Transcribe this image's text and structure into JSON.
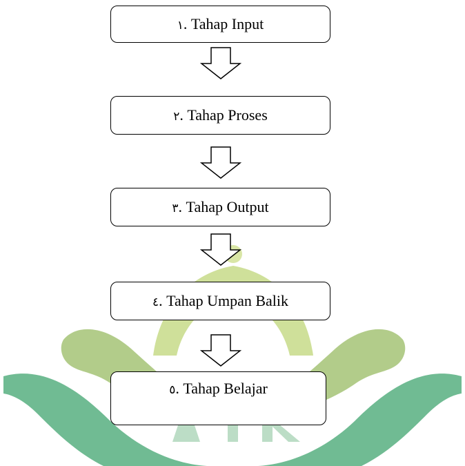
{
  "watermark": {
    "icon": "university-logo-watermark",
    "colors": {
      "light_green": "#c9dd8e",
      "mid_green": "#a9c78f",
      "teal_green": "#6fbb93"
    }
  },
  "flow": {
    "steps": [
      {
        "number": "١",
        "label": ".  Tahap Input"
      },
      {
        "number": "٢",
        "label": ". Tahap Proses"
      },
      {
        "number": "٣",
        "label": ". Tahap Output"
      },
      {
        "number": "٤",
        "label": ". Tahap Umpan Balik"
      },
      {
        "number": "٥",
        "label": ". Tahap Belajar"
      }
    ]
  }
}
